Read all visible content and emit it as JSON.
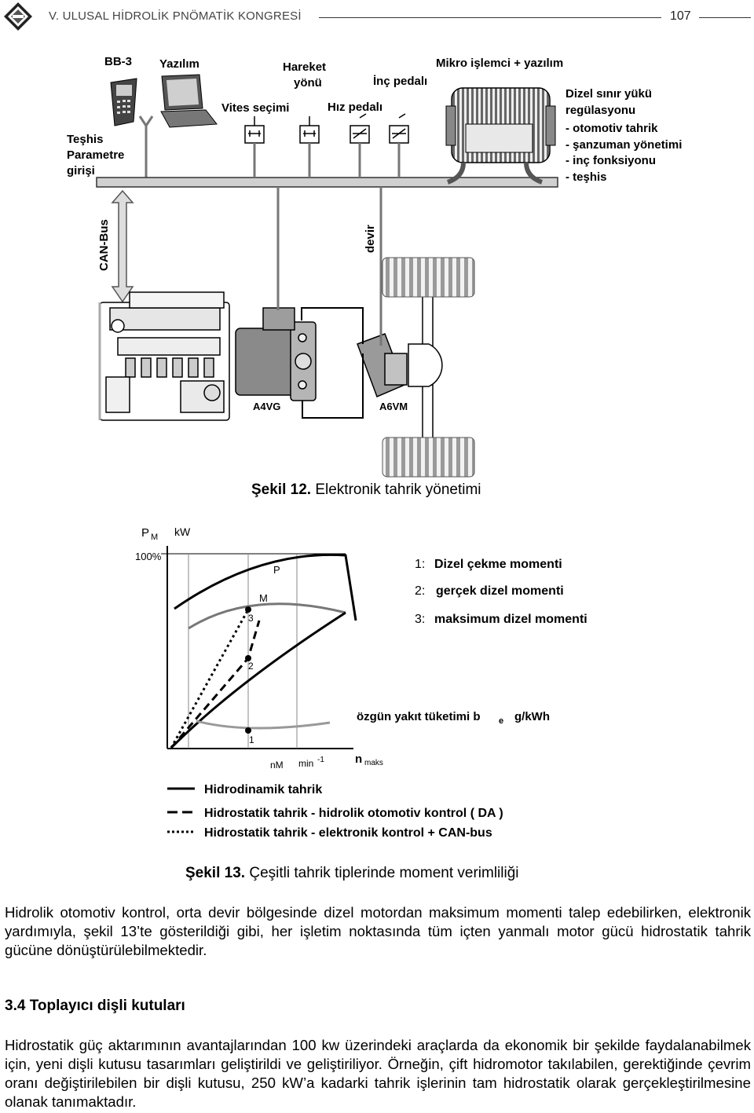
{
  "header": {
    "title": "V. ULUSAL HİDROLİK PNÖMATİK KONGRESİ",
    "page_number": "107"
  },
  "figure12": {
    "labels": {
      "bb3": "BB-3",
      "software": "Yazılım",
      "motion_dir_1": "Hareket",
      "motion_dir_2": "yönü",
      "inch_pedal": "İnç pedalı",
      "micro": "Mikro işlemci + yazılım",
      "gear_sel": "Vites seçimi",
      "speed_pedal": "Hız pedalı",
      "diag_1": "Teşhis",
      "diag_2": "Parametre",
      "diag_3": "girişi",
      "diesel_1": "Dizel sınır yükü",
      "diesel_2": "regülasyonu",
      "bullet_1": "- otomotiv tahrik",
      "bullet_2": "- şanzuman yönetimi",
      "bullet_3": "- inç fonksiyonu",
      "bullet_4": "- teşhis",
      "canbus": "CAN-Bus",
      "devir": "devir",
      "a4vg": "A4VG",
      "a6vm": "A6VM"
    },
    "caption_bold": "Şekil 12.",
    "caption_text": " Elektronik tahrik yönetimi"
  },
  "figure13": {
    "axis": {
      "y_symbol": "P",
      "y_sub": "M",
      "y_unit": "kW",
      "y_top": "100%",
      "x_nm": "nM",
      "x_unit": "min",
      "x_unit_exp": "-1",
      "x_nmax": "n",
      "x_nmax_sub": "maks"
    },
    "points": {
      "p": "P",
      "m": "M",
      "n3": "3",
      "n2": "2",
      "n1": "1"
    },
    "legend_num": {
      "l1_num": "1:",
      "l1": "Dizel çekme momenti",
      "l2_num": "2:",
      "l2": "gerçek dizel momenti",
      "l3_num": "3:",
      "l3": "maksimum dizel momenti"
    },
    "fuel_label": "özgün yakıt tüketimi b",
    "fuel_sub": "e",
    "fuel_unit": "g/kWh",
    "legend_lines": {
      "solid": "Hidrodinamik tahrik",
      "dashed": "Hidrostatik tahrik - hidrolik otomotiv kontrol ( DA )",
      "dotted": "Hidrostatik tahrik - elektronik kontrol + CAN-bus"
    },
    "caption_bold": "Şekil 13.",
    "caption_text": " Çeşitli tahrik tiplerinde moment verimliliği"
  },
  "body": {
    "paragraph1": "Hidrolik otomotiv kontrol, orta devir bölgesinde dizel motordan maksimum momenti talep edebilirken, elektronik yardımıyla, şekil 13’te gösterildiği gibi, her işletim noktasında tüm içten yanmalı motor gücü hidrostatik tahrik gücüne dönüştürülebilmektedir.",
    "section_heading": "3.4 Toplayıcı dişli kutuları",
    "paragraph2": "Hidrostatik güç aktarımının avantajlarından 100 kw üzerindeki araçlarda da ekonomik bir şekilde faydalanabilmek için, yeni dişli kutusu tasarımları geliştirildi ve geliştiriliyor. Örneğin, çift hidromotor takılabilen, gerektiğinde çevrim oranı değiştirilebilen bir dişli kutusu, 250 kW’a kadarki tahrik işlerinin tam hidrostatik olarak gerçekleştirilmesine olanak tanımaktadır."
  }
}
